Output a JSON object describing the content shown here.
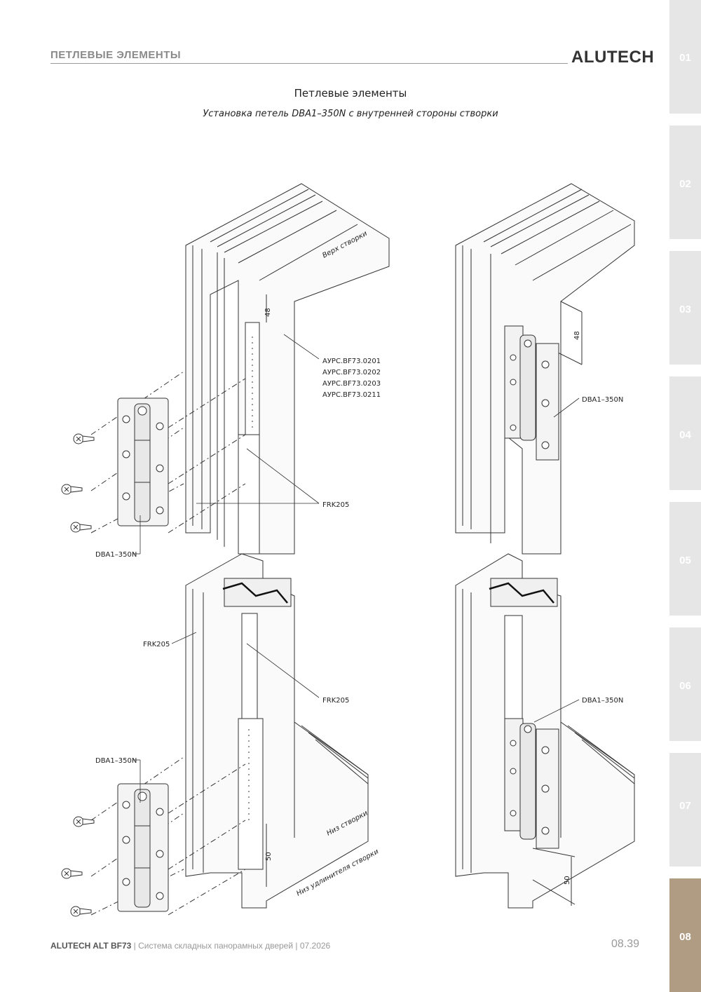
{
  "header": {
    "section_title": "ПЕТЛЕВЫЕ ЭЛЕМЕНТЫ",
    "brand": "ALUTECH"
  },
  "side_tabs": [
    {
      "label": "01",
      "active": false
    },
    {
      "label": "02",
      "active": false
    },
    {
      "label": "03",
      "active": false
    },
    {
      "label": "04",
      "active": false
    },
    {
      "label": "05",
      "active": false
    },
    {
      "label": "06",
      "active": false
    },
    {
      "label": "07",
      "active": false
    },
    {
      "label": "08",
      "active": true
    }
  ],
  "doc": {
    "title": "Петлевые элементы",
    "subtitle": "Установка петель DBA1–350N с внутренней стороны створки"
  },
  "drawing": {
    "top_left": {
      "sash_top": "Верх створки",
      "dim": "48",
      "articles": [
        "АУРС.BF73.0201",
        "АУРС.BF73.0202",
        "АУРС.BF73.0203",
        "АУРС.BF73.0211"
      ],
      "frk": "FRK205",
      "hinge": "DBA1–350N"
    },
    "top_right": {
      "dim": "48",
      "hinge": "DBA1–350N"
    },
    "bottom_left": {
      "frk_left": "FRK205",
      "frk_right": "FRK205",
      "hinge": "DBA1–350N",
      "sash_bottom": "Низ створки",
      "extender_bottom": "Низ удлинителя створки",
      "dim": "50"
    },
    "bottom_right": {
      "hinge": "DBA1–350N",
      "dim": "50"
    }
  },
  "footer": {
    "product": "ALUTECH ALT BF73",
    "description": " | Система складных панорамных дверей | 07.2026",
    "page": "08.39"
  },
  "colors": {
    "accent_tab": "#b09c83",
    "tab_inactive": "#e6e6e6",
    "header_text": "#8a8a8a"
  }
}
